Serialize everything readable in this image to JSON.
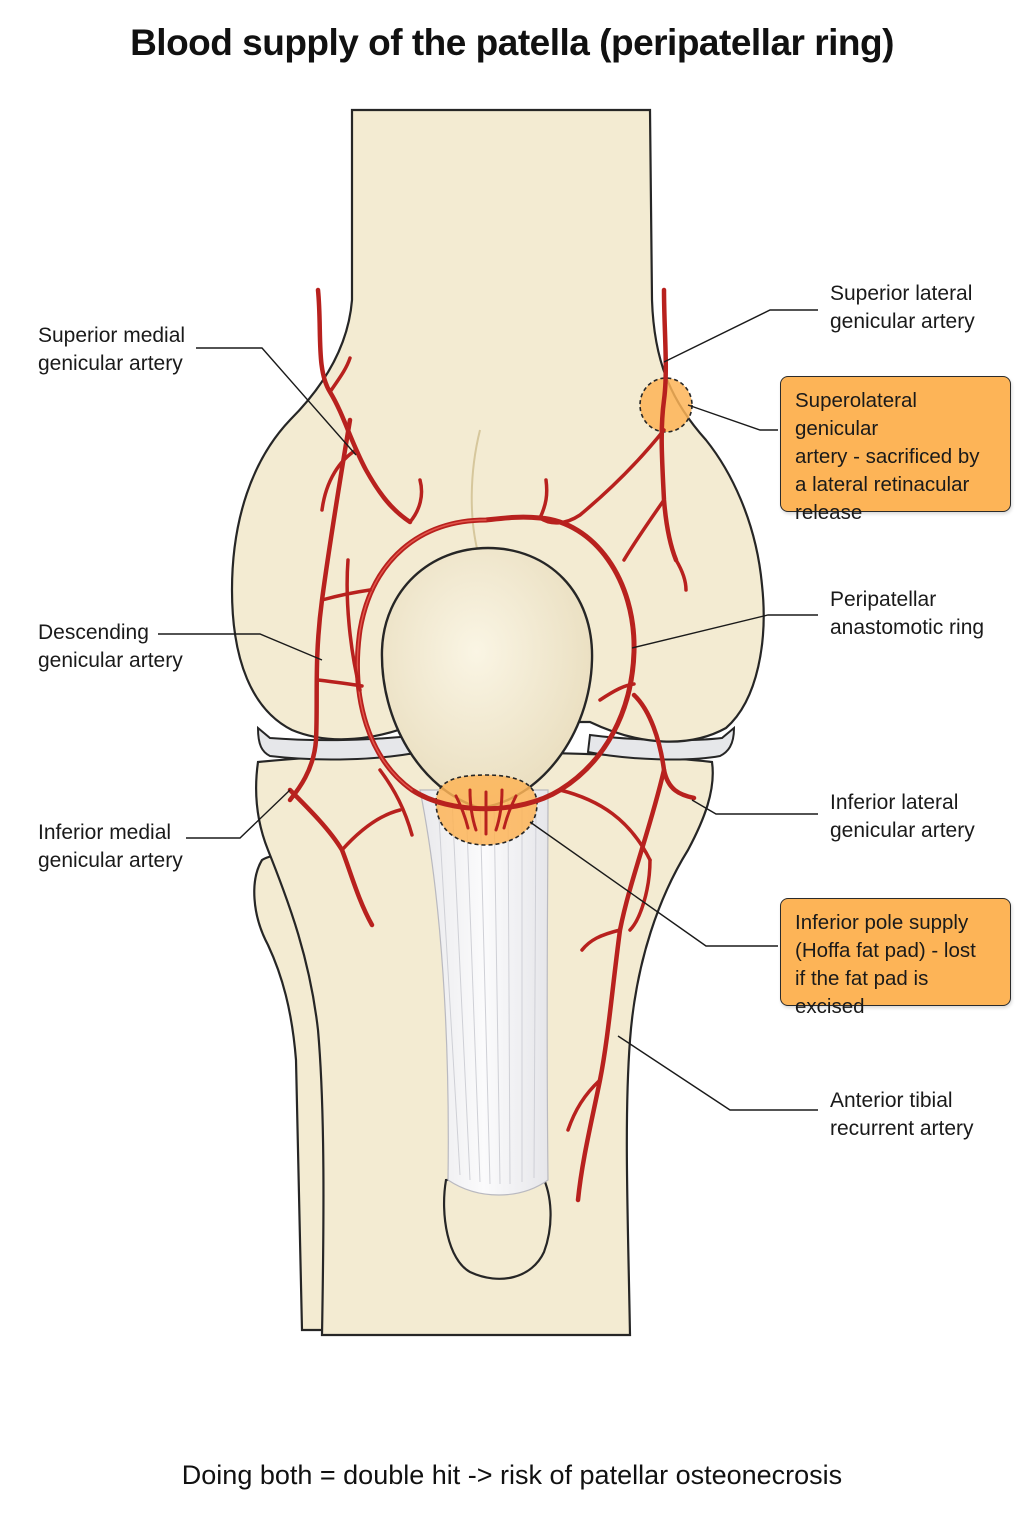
{
  "title": "Blood supply of the patella (peripatellar ring)",
  "labels": {
    "superior_medial": [
      "Superior medial",
      "genicular artery"
    ],
    "descending": [
      "Descending",
      "genicular artery"
    ],
    "inferior_medial": [
      "Inferior medial",
      "genicular artery"
    ],
    "superior_lateral": [
      "Superior lateral",
      "genicular artery"
    ],
    "peripatellar": [
      "Peripatellar",
      "anastomotic ring"
    ],
    "inferior_lateral": [
      "Inferior lateral",
      "genicular artery"
    ],
    "anterior_tibial": [
      "Anterior tibial",
      "recurrent artery"
    ]
  },
  "callouts": {
    "superolateral": [
      "Superolateral genicular",
      "artery - sacrificed by",
      "a lateral retinacular",
      "release"
    ],
    "inferior_pole": [
      "Inferior pole supply",
      "(Hoffa fat pad) - lost",
      "if the fat pad is excised"
    ]
  },
  "footer": "Doing both = double hit -> risk of patellar osteonecrosis",
  "colors": {
    "artery": "#b8211e",
    "highlight": "#fdb457",
    "bone": "#f3ebd2"
  }
}
